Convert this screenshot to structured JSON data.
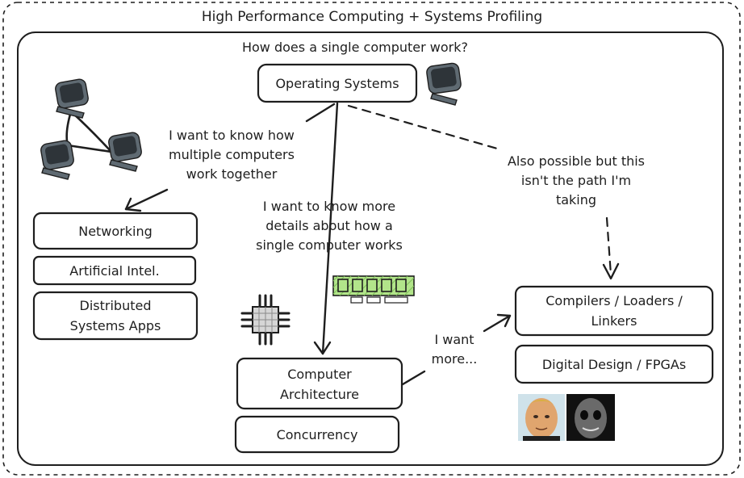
{
  "title": "High Performance Computing + Systems Profiling",
  "question": "How does a single computer work?",
  "nodes": {
    "os": "Operating Systems",
    "networking": "Networking",
    "ai": "Artificial Intel.",
    "distributed": [
      "Distributed",
      "Systems Apps"
    ],
    "arch": [
      "Computer",
      "Architecture"
    ],
    "concurrency": "Concurrency",
    "compilers": [
      "Compilers / Loaders /",
      "Linkers"
    ],
    "digital": "Digital Design / FPGAs"
  },
  "annotations": {
    "multiple": [
      "I want to know how",
      "multiple computers",
      "work together"
    ],
    "details": [
      "I want to know more",
      "details about how a",
      "single computer works"
    ],
    "possible": [
      "Also possible but this",
      "isn't the path I'm",
      "taking"
    ],
    "more": [
      "I want",
      "more..."
    ]
  },
  "icons": [
    "computer-monitor-icon",
    "network-of-computers-icon",
    "cpu-chip-icon",
    "ram-module-icon",
    "meme-faces-image"
  ],
  "colors": {
    "ram": "#b2e58a",
    "chip": "#cfcfcf",
    "ink": "#1e1e1e"
  }
}
